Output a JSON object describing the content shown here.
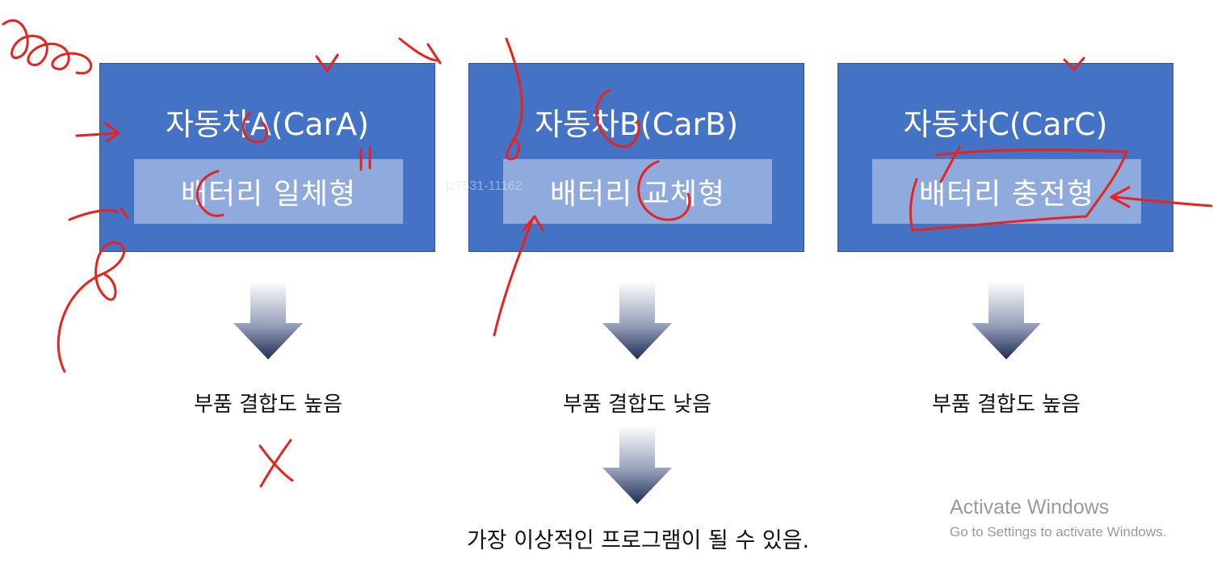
{
  "cards": [
    {
      "title": "자동차A(CarA)",
      "battery": "배터리 일체형",
      "coupling": "부품 결합도 높음"
    },
    {
      "title": "자동차B(CarB)",
      "battery": "배터리 교체형",
      "coupling": "부품 결합도 낮음"
    },
    {
      "title": "자동차C(CarC)",
      "battery": "배터리 충전형",
      "coupling": "부품 결합도 높음"
    }
  ],
  "conclusion": "가장 이상적인 프로그램이 될 수 있음.",
  "overlay_id": "jz7531-11162",
  "activation": {
    "title": "Activate Windows",
    "subtitle": "Go to Settings to activate Windows."
  },
  "colors": {
    "card_fill": "#4472c4",
    "card_inner_fill": "#8faadc",
    "arrow_gradient": [
      "#ffffff",
      "#1f2d57"
    ],
    "annotation": "#e8231e"
  },
  "icons": [
    "down-arrow-icon",
    "handwritten-annotation"
  ]
}
